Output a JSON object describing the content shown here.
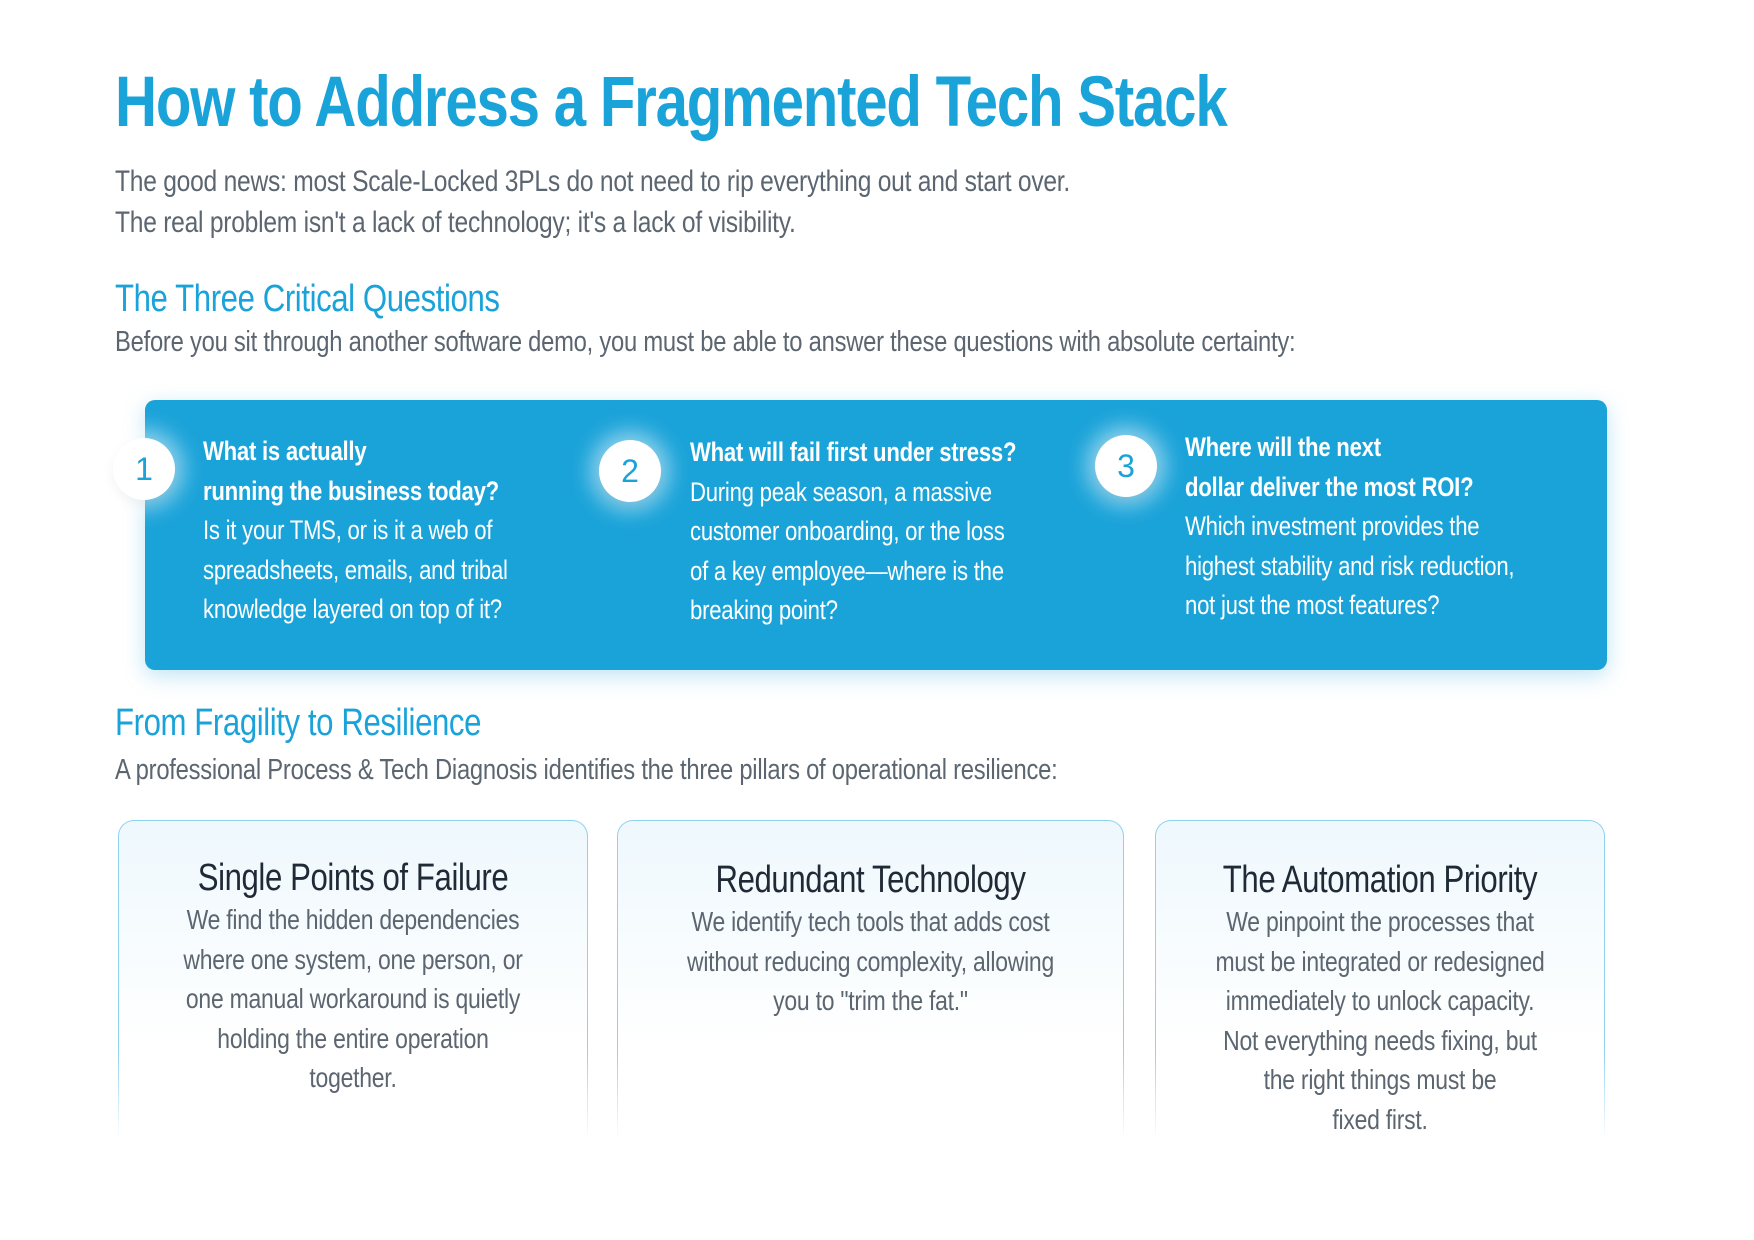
{
  "title": "How to Address a Fragmented Tech Stack",
  "intro": [
    "The good news: most Scale-Locked 3PLs do not need to rip everything out and start over.",
    "The real problem isn't a lack of technology; it's a lack of visibility."
  ],
  "questions_section": {
    "heading": "The Three Critical Questions",
    "subheading": "Before you sit through another software demo, you must be able to answer these questions with absolute certainty:",
    "items": [
      {
        "number": "1",
        "title_lines": [
          "What is actually",
          "running the business today?"
        ],
        "body_lines": [
          "Is it your TMS, or is it a web of",
          "spreadsheets, emails, and tribal",
          "knowledge layered on top of it?"
        ]
      },
      {
        "number": "2",
        "title_lines": [
          "What will fail first under stress?"
        ],
        "body_lines": [
          "During peak season, a massive",
          "customer onboarding, or the loss",
          "of a key employee—where is the",
          "breaking point?"
        ]
      },
      {
        "number": "3",
        "title_lines": [
          "Where will the next",
          "dollar deliver the most ROI?"
        ],
        "body_lines": [
          "Which investment provides the",
          "highest stability and risk reduction,",
          "not just the most features?"
        ]
      }
    ]
  },
  "resilience_section": {
    "heading": "From Fragility to Resilience",
    "subheading": "A professional Process & Tech Diagnosis identifies the three pillars of operational resilience:",
    "pillars": [
      {
        "title": "Single Points of Failure",
        "body_lines": [
          "We find the hidden dependencies",
          "where one system, one person, or",
          "one manual workaround is quietly",
          "holding the entire operation",
          "together."
        ]
      },
      {
        "title": "Redundant Technology",
        "body_lines": [
          "We identify tech tools that adds cost",
          "without reducing complexity, allowing",
          "you to \"trim the fat.\""
        ]
      },
      {
        "title": "The Automation Priority",
        "body_lines": [
          "We pinpoint the processes that",
          "must be integrated or redesigned",
          "immediately to unlock capacity.",
          "Not everything needs fixing, but",
          "the right things must be",
          "fixed first."
        ]
      }
    ]
  },
  "colors": {
    "accent": "#1aa3d9",
    "heading_dark": "#1f2a36",
    "body_text": "#5c6670",
    "card_border": "#8fd2ee"
  }
}
